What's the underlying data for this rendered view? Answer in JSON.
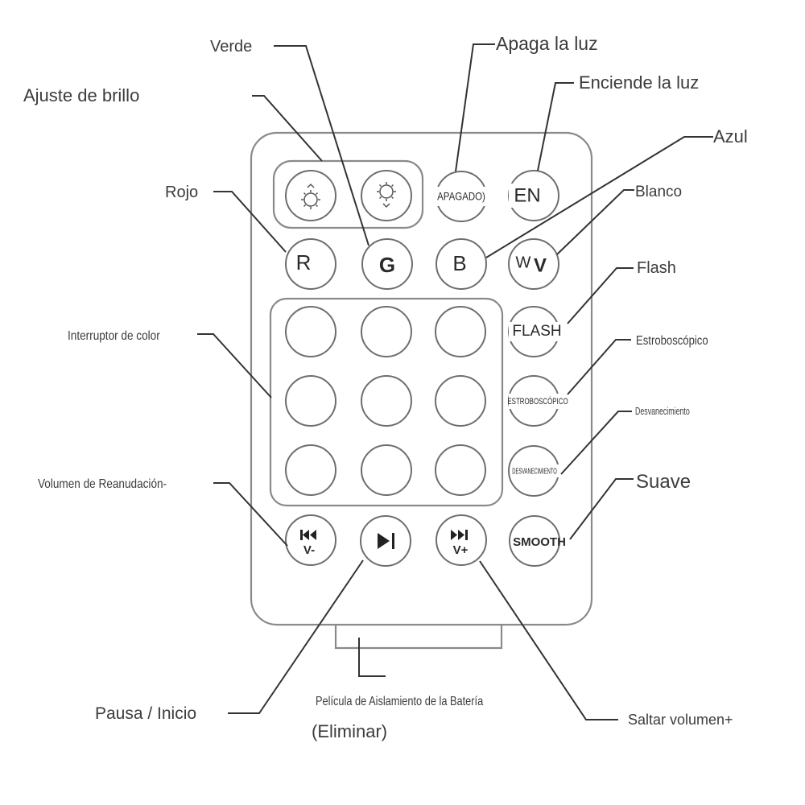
{
  "remote": {
    "brightness_group_label": "Ajuste de brillo",
    "buttons": {
      "off": "APAGADO)",
      "on": "EN",
      "red": "R",
      "green": "G",
      "blue": "B",
      "white": "W",
      "white_mark": "V",
      "flash": "FLASH",
      "strobe": "ESTROBOSCÓPICO",
      "fade": "DESVANECIMIENTO",
      "smooth": "SMOOTH",
      "prev_sub": "V-",
      "next_sub": "V+"
    },
    "icons": {
      "brightness_up": "sun-arrow-up-icon",
      "brightness_down": "sun-arrow-down-icon",
      "prev": "skip-back-icon",
      "play_pause": "play-pause-icon",
      "next": "skip-forward-icon"
    }
  },
  "callouts": {
    "green": "Verde",
    "brightness": "Ajuste de brillo",
    "off": "Apaga la luz",
    "on": "Enciende la luz",
    "blue": "Azul",
    "red": "Rojo",
    "white": "Blanco",
    "flash": "Flash",
    "color_switch": "Interruptor de color",
    "strobe": "Estroboscópico",
    "fade": "Desvanecimiento",
    "volume_down": "Volumen de Reanudación-",
    "smooth": "Suave",
    "play_pause": "Pausa / Inicio",
    "battery_film": "Película de Aislamiento de la Batería",
    "battery_film_note": "(Eliminar)",
    "volume_up": "Saltar volumen+"
  },
  "colors": {
    "outline": "#8a8a8a",
    "leader": "#333333",
    "text": "#3c3c3c"
  }
}
